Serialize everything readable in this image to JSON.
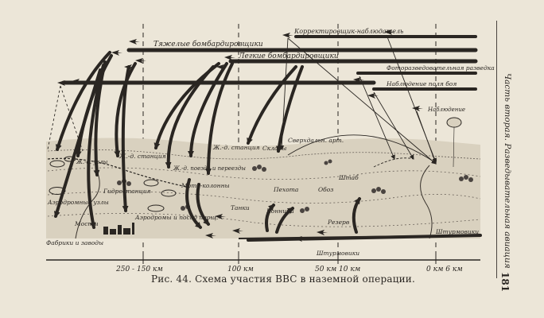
{
  "figure": {
    "caption": "Рис. 44. Схема участия ВВС в наземной операции.",
    "lines": {
      "heavy_bombers": "Тяжелые бомбардировщики",
      "light_bombers": "Легкие бомбардировщики",
      "spotter": "Корректировщик-наблюдатель",
      "photo_recon": "Фоторазведовательная разведка",
      "battlefield_obs": "Наблюдение поля боя",
      "observation": "Наблюдение"
    },
    "ground_labels": {
      "airfield_nodes": "Аэродромные узлы",
      "rail_stations_left": "Ж.-д. узлы",
      "rail_station": "Ж.-д. станция",
      "rail_crossings": "Ж.-д. поезда и переезды",
      "hydro": "Гидростанция",
      "bridges": "Мосты",
      "factories": "Фабрики и заводы",
      "airfields_landing": "Аэродромы и посад площ.",
      "motor_columns": "Мото-колонны",
      "rail_station_mid": "Ж.-д. станция",
      "depots": "Склады",
      "long_range_art": "Сверхдальн. арт.",
      "tanks": "Танки",
      "infantry": "Пехота",
      "cavalry": "Конница",
      "convoy": "Обоз",
      "hq": "Штаб",
      "reserves": "Резерв",
      "attack_planes": "Штурмовики",
      "attack_planes_bottom": "Штурмовики"
    },
    "scale": {
      "left": "250 - 150 км",
      "km100": "100 км",
      "km50": "50 км 10 км",
      "km0": "0 км 6 км"
    }
  },
  "running_header": "Часть вторая. Разведывательная авиация",
  "page_number": "181"
}
